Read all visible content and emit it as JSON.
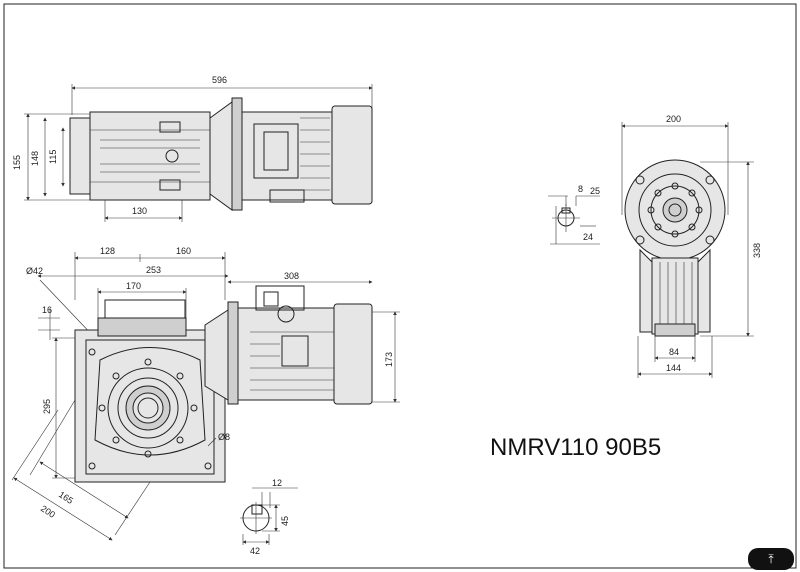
{
  "model": "NMRV110 90B5",
  "dims": {
    "top_length": "596",
    "top_h155": "155",
    "top_h148": "148",
    "top_h115": "115",
    "top_w130": "130",
    "front_128": "128",
    "front_160": "160",
    "front_253": "253",
    "front_308": "308",
    "front_170": "170",
    "front_phi42": "Ø42",
    "front_16": "16",
    "front_295": "295",
    "front_173": "173",
    "front_phi8": "Ø8",
    "front_165": "165",
    "front_200": "200",
    "key_12": "12",
    "key_45": "45",
    "key_42": "42",
    "side_200": "200",
    "side_338": "338",
    "side_84": "84",
    "side_144": "144",
    "shaft_8": "8",
    "shaft_25": "25",
    "shaft_24": "24"
  },
  "icons": {
    "corner": "up-arrow-icon"
  }
}
